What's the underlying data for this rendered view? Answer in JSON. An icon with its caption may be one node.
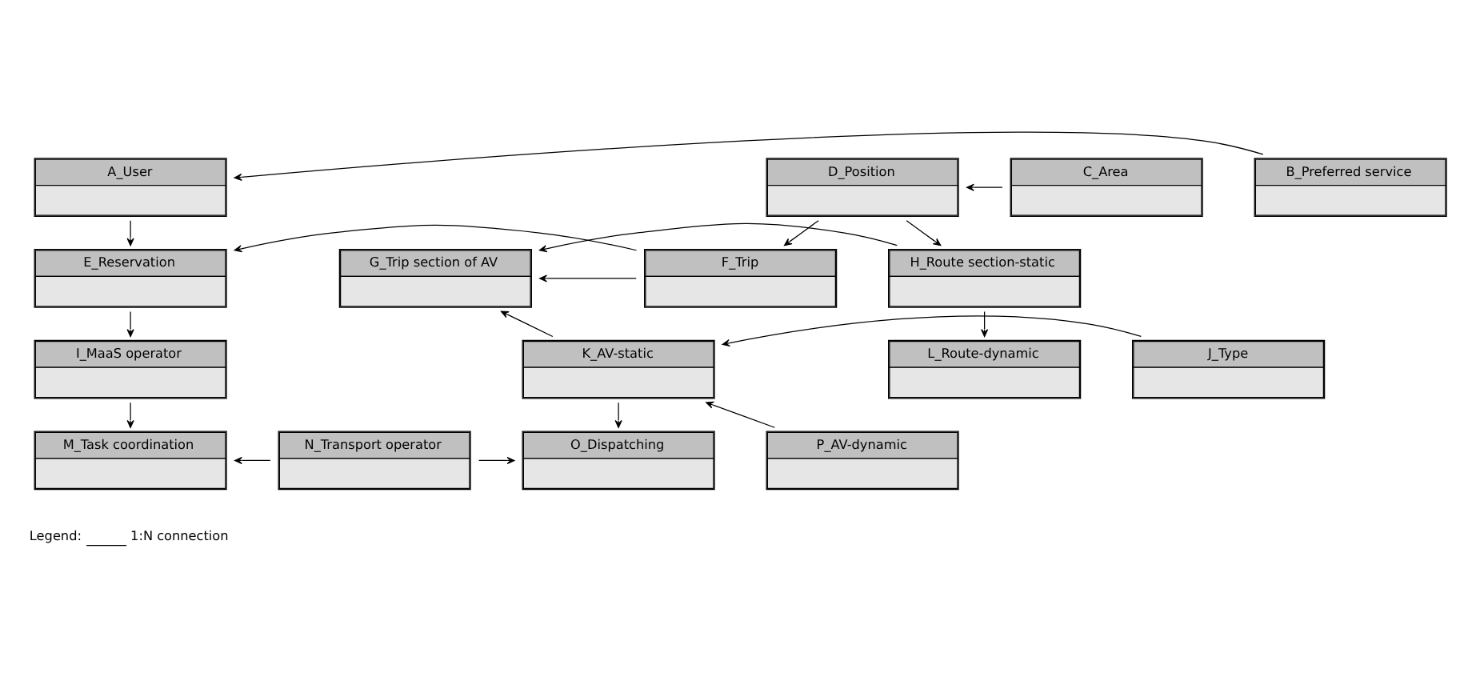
{
  "diagram": {
    "nodes": [
      {
        "text": [
          "A_User"
        ]
      },
      {
        "text": [
          "B_Preferred service"
        ]
      },
      {
        "text": [
          "C_Area"
        ]
      },
      {
        "text": [
          "D_Position"
        ]
      },
      {
        "text": [
          "E_Reservation"
        ]
      },
      {
        "text": [
          "F_Trip"
        ]
      },
      {
        "text": [
          "G_Trip section of AV"
        ]
      },
      {
        "text": [
          "H_Route section-static"
        ]
      },
      {
        "text": [
          "I_MaaS operator"
        ]
      },
      {
        "text": [
          "J_Type"
        ]
      },
      {
        "text": [
          "K_AV-static"
        ]
      },
      {
        "text": [
          "L_Route-dynamic"
        ]
      },
      {
        "text": [
          "M_Task coordination"
        ]
      },
      {
        "text": [
          "N_Transport operator"
        ]
      },
      {
        "text": [
          "O_Dispatching"
        ]
      },
      {
        "text": [
          "P_AV-dynamic"
        ]
      }
    ],
    "edges": [
      {
        "from": 1,
        "to": 0,
        "arrow": "to"
      },
      {
        "from": 2,
        "to": 3,
        "arrow": "to"
      },
      {
        "from": 0,
        "to": 4,
        "arrow": "to"
      },
      {
        "from": 3,
        "to": 5,
        "arrow": "to"
      },
      {
        "from": 3,
        "to": 7,
        "arrow": "to"
      },
      {
        "from": 5,
        "to": 4,
        "arrow": "to"
      },
      {
        "from": 5,
        "to": 6,
        "arrow": "to"
      },
      {
        "from": 7,
        "to": 6,
        "arrow": "to"
      },
      {
        "from": 4,
        "to": 8,
        "arrow": "to"
      },
      {
        "from": 7,
        "to": 11,
        "arrow": "to"
      },
      {
        "from": 10,
        "to": 6,
        "arrow": "to"
      },
      {
        "from": 9,
        "to": 10,
        "arrow": "to"
      },
      {
        "from": 8,
        "to": 12,
        "arrow": "to"
      },
      {
        "from": 10,
        "to": 14,
        "arrow": "to"
      },
      {
        "from": 15,
        "to": 10,
        "arrow": "to"
      },
      {
        "from": 13,
        "to": 12,
        "arrow": "to"
      },
      {
        "from": 13,
        "to": 14,
        "arrow": "to"
      }
    ],
    "labels": [
      "Legend:"
    ],
    "legend": [
      {
        "text": "1:N connection"
      }
    ]
  }
}
